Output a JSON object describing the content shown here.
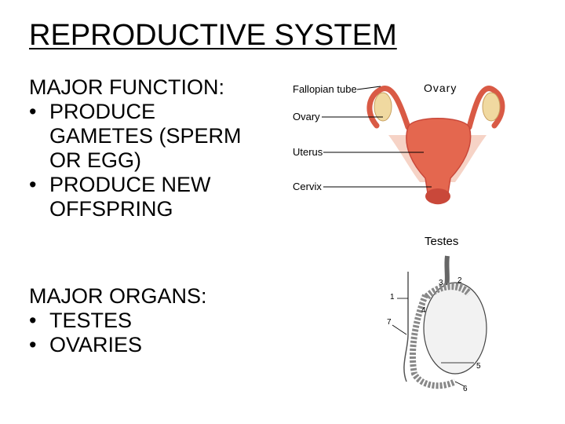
{
  "slide": {
    "title": "REPRODUCTIVE SYSTEM",
    "function_heading": "MAJOR FUNCTION:",
    "function_items": [
      "PRODUCE GAMETES (SPERM OR EGG)",
      "PRODUCE NEW OFFSPRING"
    ],
    "organs_heading": "MAJOR ORGANS:",
    "organs_items": [
      "TESTES",
      "OVARIES"
    ]
  },
  "female_figure": {
    "caption": "Ovary",
    "labels": [
      "Fallopian tube",
      "Ovary",
      "Uterus",
      "Cervix"
    ]
  },
  "male_figure": {
    "caption": "Testes",
    "numbers": [
      "1",
      "2",
      "3",
      "4",
      "5",
      "6",
      "7"
    ]
  },
  "colors": {
    "uterus": "#e4674f",
    "uterus_dark": "#c9483a",
    "tissue": "#f4c8b8",
    "ovary": "#f0d9a0",
    "line": "#000000"
  }
}
